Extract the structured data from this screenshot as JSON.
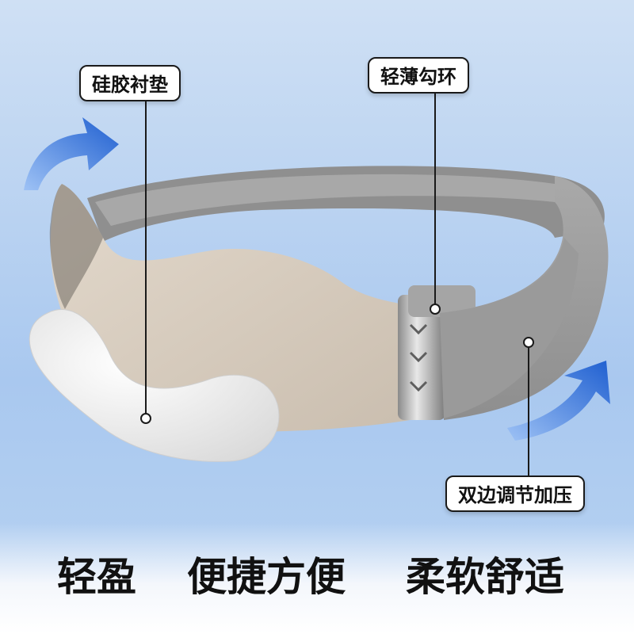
{
  "callouts": {
    "silicone_pad": "硅胶衬垫",
    "thin_hook": "轻薄勾环",
    "double_adjust": "双边调节加压"
  },
  "features": [
    "轻盈",
    "便捷方便",
    "柔软舒适"
  ],
  "colors": {
    "background_top": "#cfe0f4",
    "background_bottom": "#a9c8ef",
    "strap_gray": "#9c9c9c",
    "shell_beige": "#d8cdbf",
    "pad_white": "#f5f5f5",
    "arrow_blue": "#2f6fd6",
    "text": "#111111"
  }
}
